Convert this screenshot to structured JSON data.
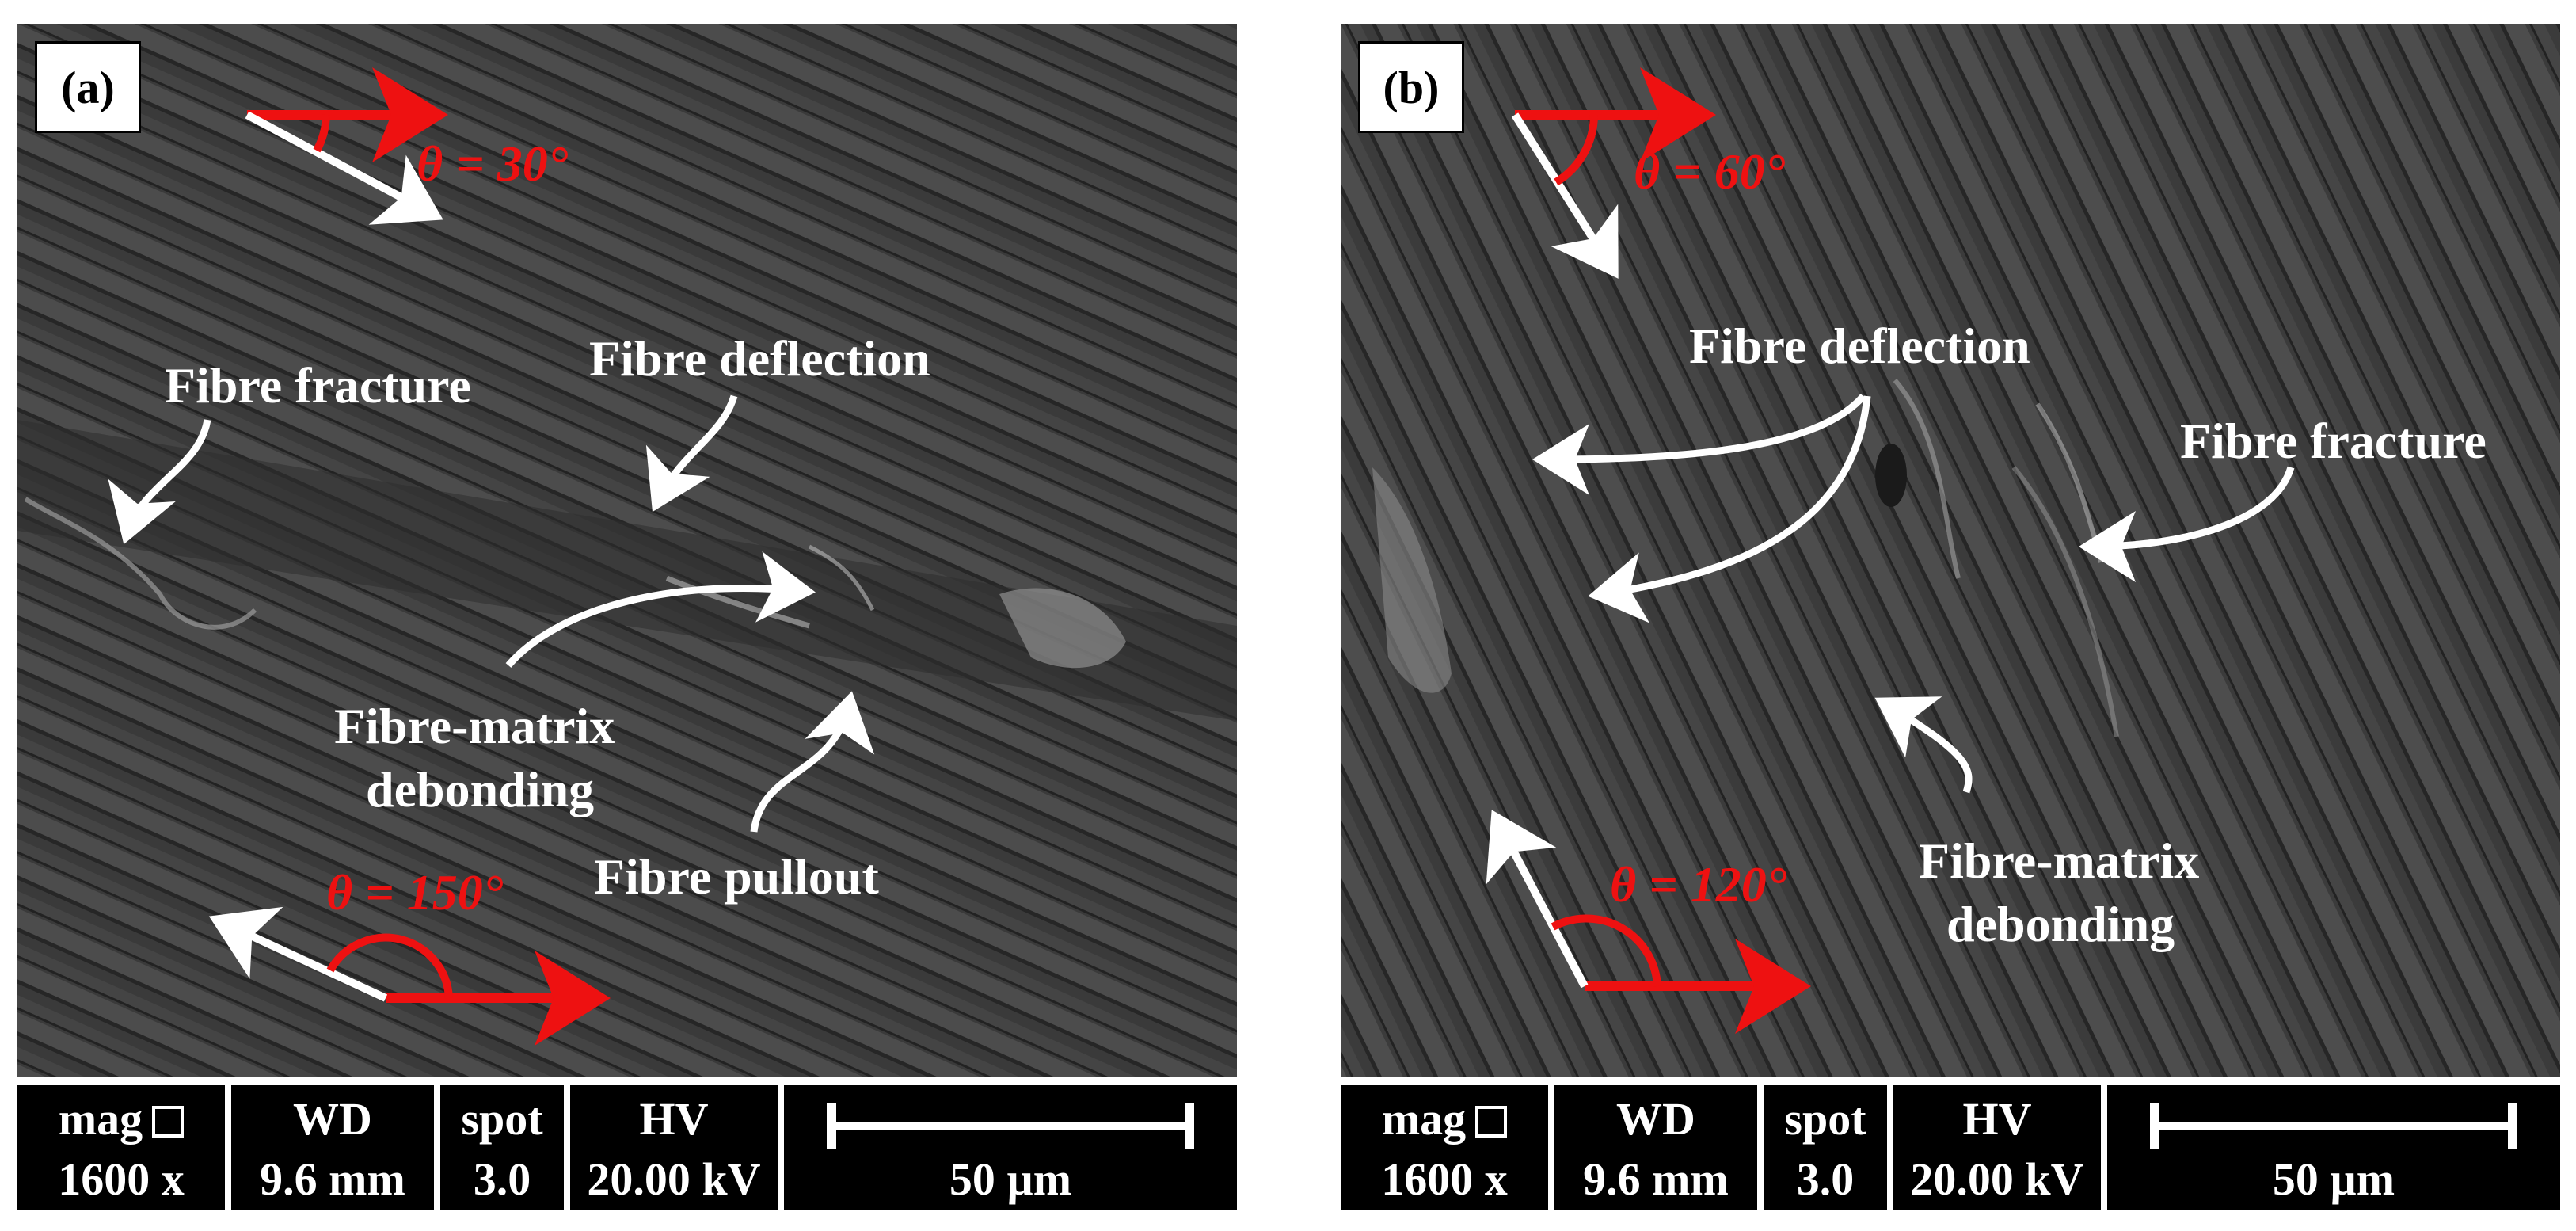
{
  "panels": [
    {
      "id": "a",
      "label": "(a)",
      "annotations": {
        "fibre_fracture": "Fibre fracture",
        "fibre_deflection": "Fibre deflection",
        "fibre_matrix": "Fibre-matrix",
        "debonding": "debonding",
        "fibre_pullout": "Fibre pullout"
      },
      "angles": {
        "top": "θ = 30°",
        "bottom": "θ = 150°"
      },
      "databar": {
        "mag_label": "mag",
        "mag_value": "1600 x",
        "wd_label": "WD",
        "wd_value": "9.6 mm",
        "spot_label": "spot",
        "spot_value": "3.0",
        "hv_label": "HV",
        "hv_value": "20.00 kV",
        "scale_value": "50 µm"
      }
    },
    {
      "id": "b",
      "label": "(b)",
      "annotations": {
        "fibre_deflection": "Fibre deflection",
        "fibre_fracture": "Fibre fracture",
        "fibre_matrix": "Fibre-matrix",
        "debonding": "debonding"
      },
      "angles": {
        "top": "θ = 60°",
        "bottom": "θ = 120°"
      },
      "databar": {
        "mag_label": "mag",
        "mag_value": "1600 x",
        "wd_label": "WD",
        "wd_value": "9.6 mm",
        "spot_label": "spot",
        "spot_value": "3.0",
        "hv_label": "HV",
        "hv_value": "20.00 kV",
        "scale_value": "50 µm"
      }
    }
  ],
  "colors": {
    "annotation_arrow": "#ffffff",
    "angle_arrow": "#ee1111",
    "sem_background": "#3d3d3d",
    "databar_background": "#000000"
  }
}
